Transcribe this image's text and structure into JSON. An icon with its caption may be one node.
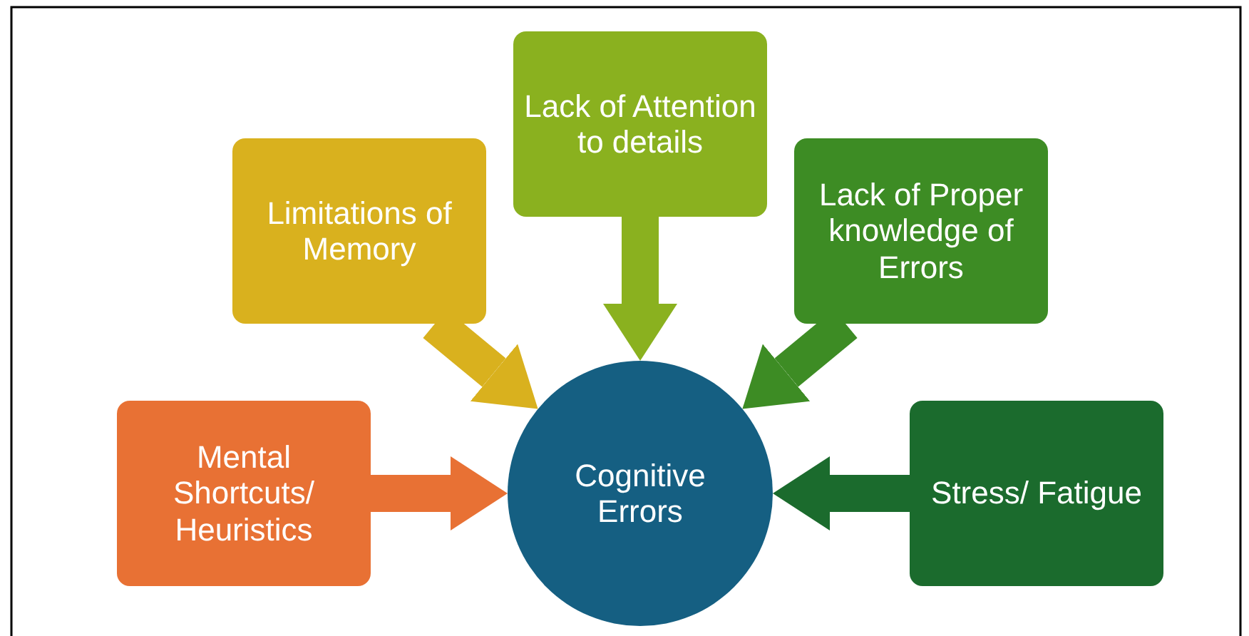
{
  "diagram": {
    "nodes": [
      {
        "text": [
          "Lack of Attention to details"
        ]
      },
      {
        "text": [
          "Limitations of Memory"
        ]
      },
      {
        "text": [
          "Lack of Proper knowledge of Errors"
        ]
      },
      {
        "text": [
          "Mental Shortcuts/ Heuristics"
        ]
      },
      {
        "text": [
          "Cognitive Errors"
        ]
      },
      {
        "text": [
          "Stress/ Fatigue"
        ]
      }
    ],
    "edges": [
      {
        "from": 0,
        "to": 4,
        "arrow": "to",
        "color": "#8ab11f"
      },
      {
        "from": 1,
        "to": 4,
        "arrow": "to",
        "color": "#d9b11e"
      },
      {
        "from": 2,
        "to": 4,
        "arrow": "to",
        "color": "#3d8c24"
      },
      {
        "from": 3,
        "to": 4,
        "arrow": "to",
        "color": "#e87134"
      },
      {
        "from": 5,
        "to": 4,
        "arrow": "to",
        "color": "#1b6b2d"
      }
    ]
  }
}
